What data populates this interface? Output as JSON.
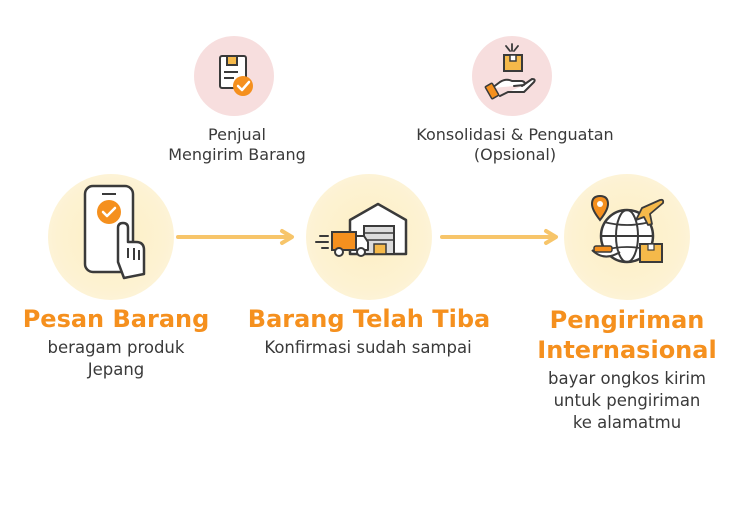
{
  "colors": {
    "accent": "#f5901e",
    "big_circle": "#fdefc4",
    "small_circle": "#f7dede",
    "arrow": "#f7c56a",
    "icon_stroke": "#3a3a3a"
  },
  "intermediate": [
    {
      "icon": "box-check-icon",
      "lines": [
        "Penjual",
        "Mengirim Barang"
      ]
    },
    {
      "icon": "hand-box-icon",
      "lines": [
        "Konsolidasi & Penguatan",
        "(Opsional)"
      ]
    }
  ],
  "steps": [
    {
      "icon": "phone-tap-check-icon",
      "title": [
        "Pesan Barang"
      ],
      "desc": [
        "beragam produk",
        "Jepang"
      ]
    },
    {
      "icon": "warehouse-truck-icon",
      "title": [
        "Barang Telah Tiba"
      ],
      "desc": [
        "Konfirmasi sudah sampai"
      ]
    },
    {
      "icon": "globe-plane-icon",
      "title": [
        "Pengiriman",
        "Internasional"
      ],
      "desc": [
        "bayar ongkos kirim",
        "untuk pengiriman",
        "ke alamatmu"
      ]
    }
  ]
}
